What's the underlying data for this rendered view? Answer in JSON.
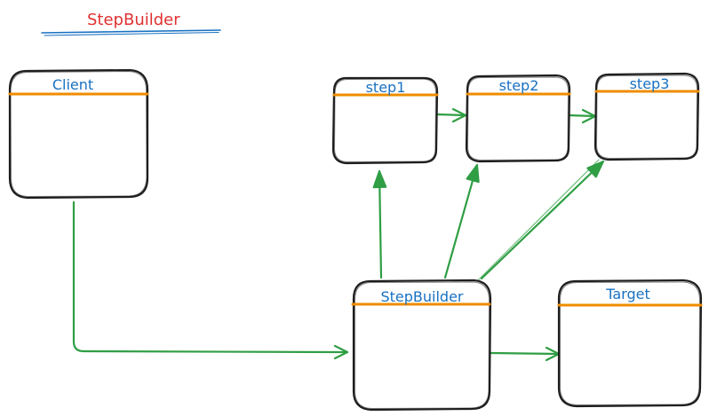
{
  "title": {
    "text": "StepBuilder",
    "color": "#e03131",
    "underline_color": "#1971c2"
  },
  "colors": {
    "label": "#1971c2",
    "header_line": "#f08c00",
    "edge": "#2f9e44",
    "stroke": "#1e1e1e"
  },
  "boxes": {
    "client": {
      "label": "Client"
    },
    "step1": {
      "label": "step1"
    },
    "step2": {
      "label": "step2"
    },
    "step3": {
      "label": "step3"
    },
    "stepbuilder": {
      "label": "StepBuilder"
    },
    "target": {
      "label": "Target"
    }
  },
  "edges": [
    {
      "from": "client",
      "to": "stepbuilder",
      "style": "elbow",
      "head": "open"
    },
    {
      "from": "step1",
      "to": "step2",
      "style": "straight",
      "head": "open"
    },
    {
      "from": "step2",
      "to": "step3",
      "style": "straight",
      "head": "open"
    },
    {
      "from": "stepbuilder",
      "to": "step1",
      "style": "straight",
      "head": "filled"
    },
    {
      "from": "stepbuilder",
      "to": "step2",
      "style": "straight",
      "head": "filled"
    },
    {
      "from": "stepbuilder",
      "to": "step3",
      "style": "straight",
      "head": "filled"
    },
    {
      "from": "stepbuilder",
      "to": "target",
      "style": "straight",
      "head": "open"
    }
  ]
}
